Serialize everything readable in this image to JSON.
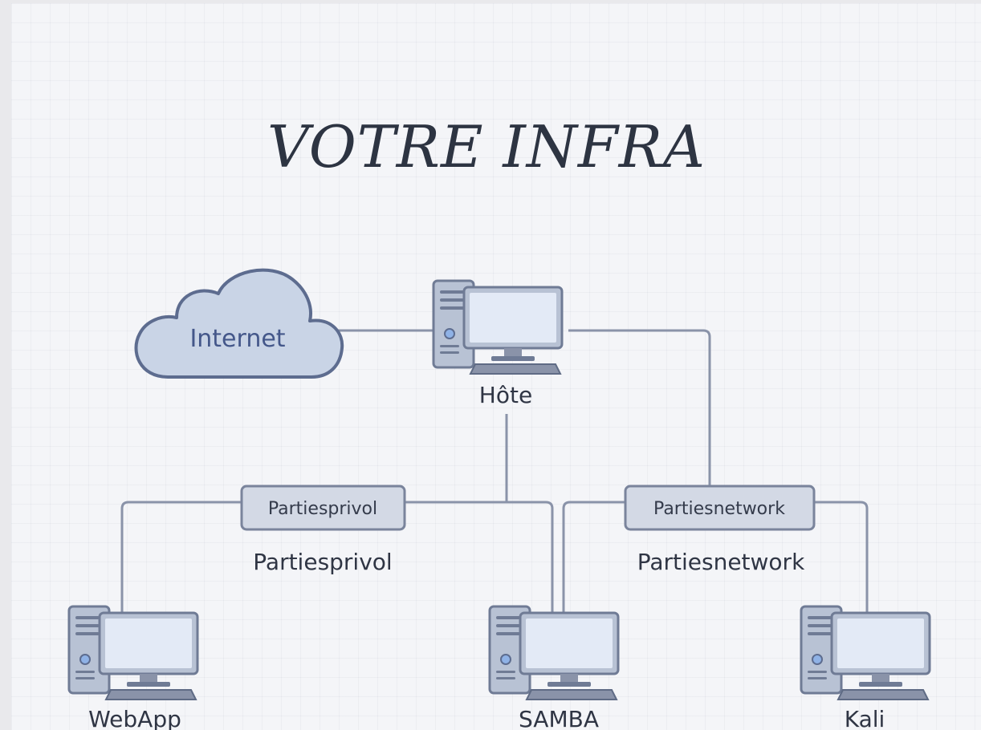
{
  "title": "VOTRE INFRA",
  "cloud": {
    "label": "Internet",
    "icon": "cloud-icon"
  },
  "nodes": {
    "host": {
      "label": "Hôte",
      "icon": "desktop-computer-icon"
    },
    "webapp": {
      "label": "WebApp",
      "icon": "desktop-computer-icon"
    },
    "samba": {
      "label": "SAMBA",
      "icon": "desktop-computer-icon"
    },
    "kali": {
      "label": "Kali",
      "icon": "desktop-computer-icon"
    }
  },
  "networks": {
    "private": {
      "switch_label": "Partiesprivol",
      "caption": "Partiesprivol",
      "icon": "network-switch-icon"
    },
    "public": {
      "switch_label": "Partiesnetwork",
      "caption": "Partiesnetwork",
      "icon": "network-switch-icon"
    }
  },
  "colors": {
    "title": "#2d3442",
    "wire": "#8a93a9",
    "cloud_fill": "#c9d4e6",
    "cloud_stroke": "#5d6c8f",
    "switch_fill": "#d3d9e5",
    "monitor_screen": "#e3eaf6",
    "device_body": "#b8c2d4"
  }
}
